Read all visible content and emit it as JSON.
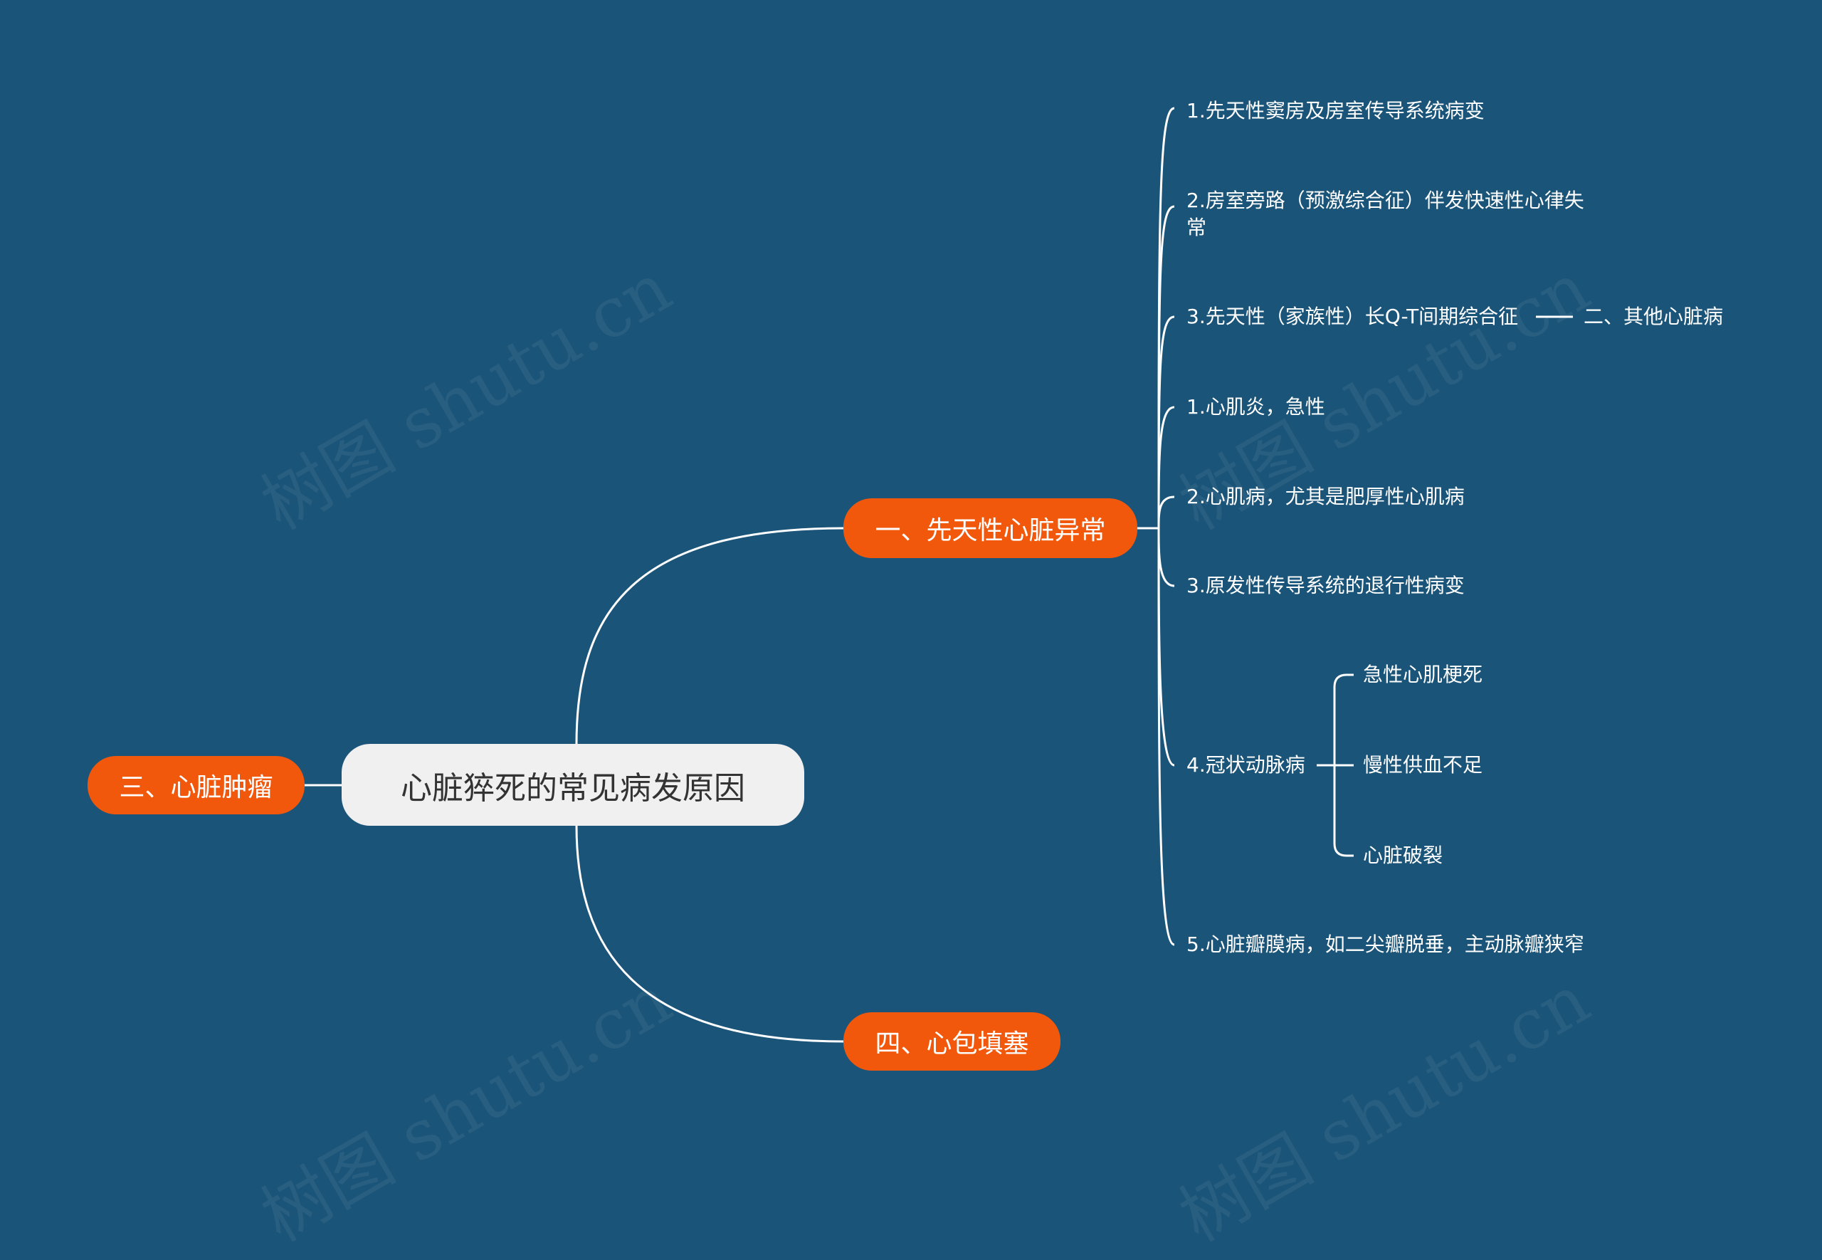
{
  "watermark": "树图 shutu.cn",
  "root": {
    "label": "心脏猝死的常见病发原因"
  },
  "branches": {
    "b1": {
      "label": "一、先天性心脏异常"
    },
    "b3": {
      "label": "三、心脏肿瘤"
    },
    "b4": {
      "label": "四、心包填塞"
    }
  },
  "leaves": [
    {
      "label": "1.先天性窦房及房室传导系统病变"
    },
    {
      "label": "2.房室旁路（预激综合征）伴发快速性心律失常"
    },
    {
      "label": "3.先天性（家族性）长Q-T间期综合征"
    },
    {
      "label": "1.心肌炎，急性"
    },
    {
      "label": "2.心肌病，尤其是肥厚性心肌病"
    },
    {
      "label": "3.原发性传导系统的退行性病变"
    },
    {
      "label": "4.冠状动脉病"
    },
    {
      "label": "5.心脏瓣膜病，如二尖瓣脱垂，主动脉瓣狭窄"
    }
  ],
  "side_label": {
    "label": "二、其他心脏病"
  },
  "coronary_children": [
    {
      "label": "急性心肌梗死"
    },
    {
      "label": "慢性供血不足"
    },
    {
      "label": "心脏破裂"
    }
  ],
  "colors": {
    "background": "#1b5479",
    "branch": "#f2580c",
    "root": "#f0f0f0",
    "line": "#ffffff"
  }
}
